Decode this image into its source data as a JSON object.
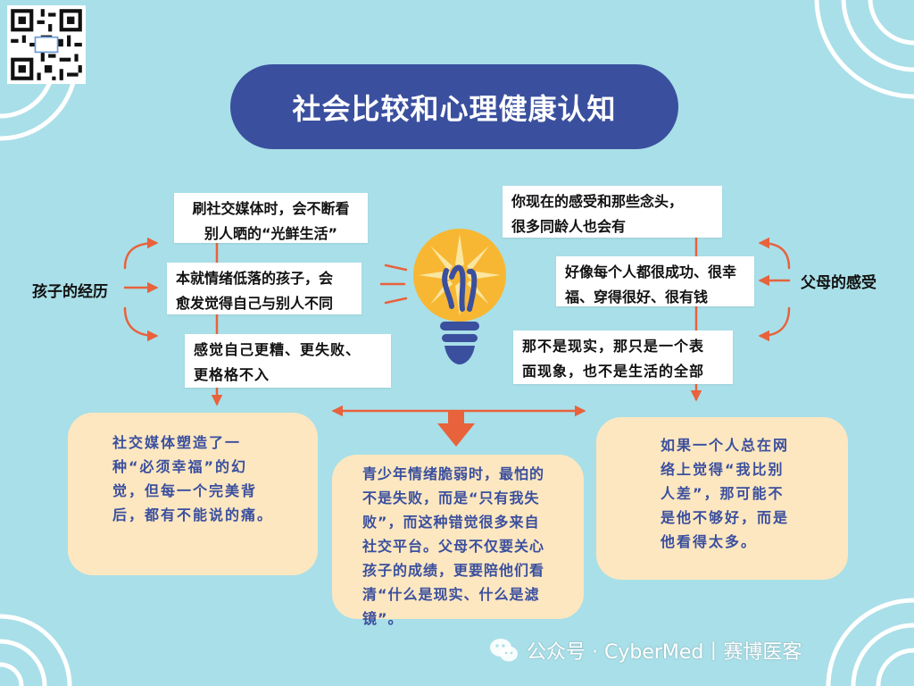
{
  "title": "社会比较和心理健康认知",
  "left_label": "孩子的经历",
  "right_label": "父母的感受",
  "left_cards": [
    {
      "line1": "刷社交媒体时，会不断看",
      "line2": "别人晒的“光鲜生活”"
    },
    {
      "line1": "本就情绪低落的孩子，会",
      "line2": "愈发觉得自己与别人不同"
    },
    {
      "line1": "感觉自己更糟、更失败、",
      "line2": "更格格不入"
    }
  ],
  "right_cards": [
    {
      "line1": "你现在的感受和那些念头，",
      "line2": "很多同龄人也会有"
    },
    {
      "line1": "好像每个人都很成功、很幸",
      "line2": "福、穿得很好、很有钱"
    },
    {
      "line1": "那不是现实，那只是一个表",
      "line2": "面现象，也不是生活的全部"
    }
  ],
  "bubbles": {
    "left": "社交媒体塑造了一种“必须幸福”的幻觉，但每一个完美背后，都有不能说的痛。",
    "center": "青少年情绪脆弱时，最怕的不是失败，而是“只有我失败”，而这种错觉很多来自社交平台。父母不仅要关心孩子的成绩，更要陪他们看清“什么是现实、什么是滤镜”。",
    "right": "如果一个人总在网络上觉得“我比别人差”，那可能不是他不够好，而是他看得太多。"
  },
  "watermark": "公众号 · CyberMed丨赛博医客",
  "icons": {
    "lightbulb": "lightbulb-icon",
    "wechat": "wechat-icon",
    "qr": "qr-code"
  },
  "colors": {
    "background": "#a9dfe8",
    "title_pill": "#3a4f9e",
    "arrow": "#e8623c",
    "bubble": "#fde7c0",
    "bubble_text": "#3a4f9e",
    "bulb_yellow": "#f7b733",
    "bulb_base": "#3a4f9e"
  }
}
